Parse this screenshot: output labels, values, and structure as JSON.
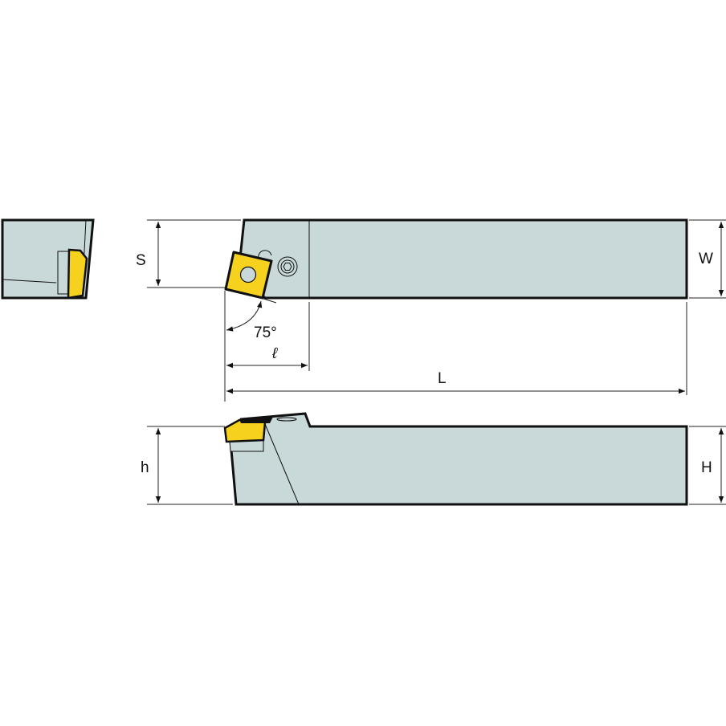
{
  "labels": {
    "S": "S",
    "W": "W",
    "angle": "75°",
    "l": "ℓ",
    "L": "L",
    "h": "h",
    "H": "H"
  },
  "colors": {
    "body": "#c9d8d8",
    "insert": "#f6d21e",
    "outline": "#111111",
    "dimension": "#222222"
  }
}
